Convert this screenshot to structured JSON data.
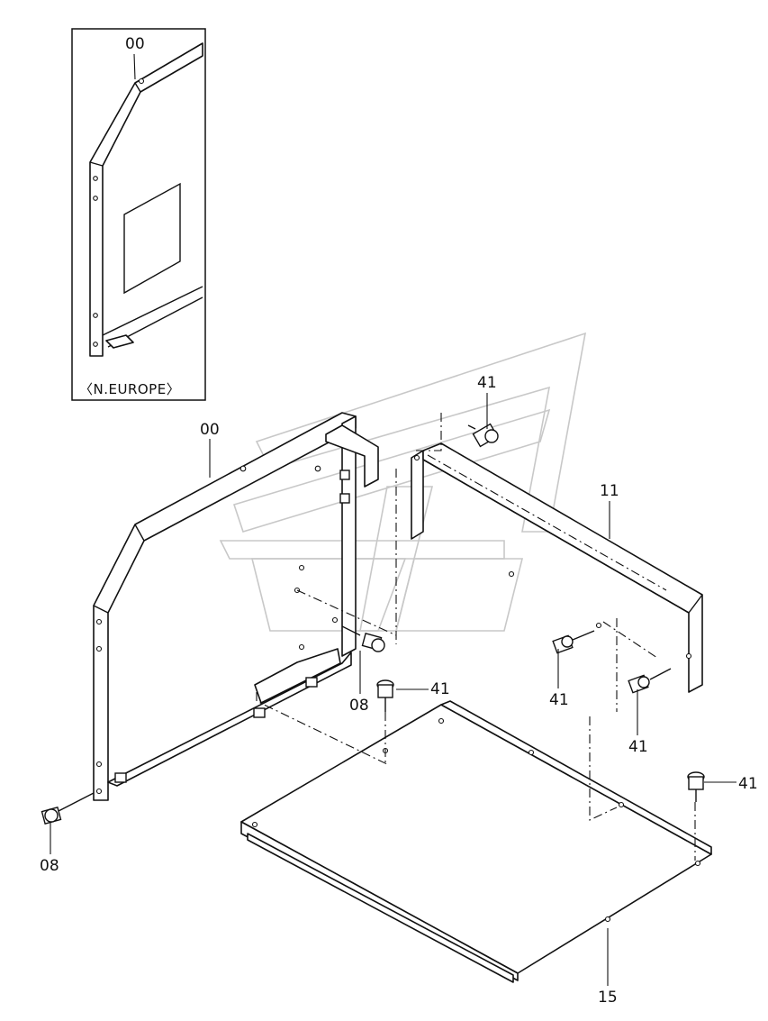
{
  "inset": {
    "part_label": "00",
    "caption": "〈N.EUROPE〉"
  },
  "labels": {
    "frame": "00",
    "bolt_top": "41",
    "plate_rear": "11",
    "bolt_mid": "41",
    "bolt_center": "41",
    "bolt_lower": "41",
    "bolt_right": "41",
    "bolt_frame": "08",
    "bolt_left": "08",
    "floor_plate": "15"
  }
}
